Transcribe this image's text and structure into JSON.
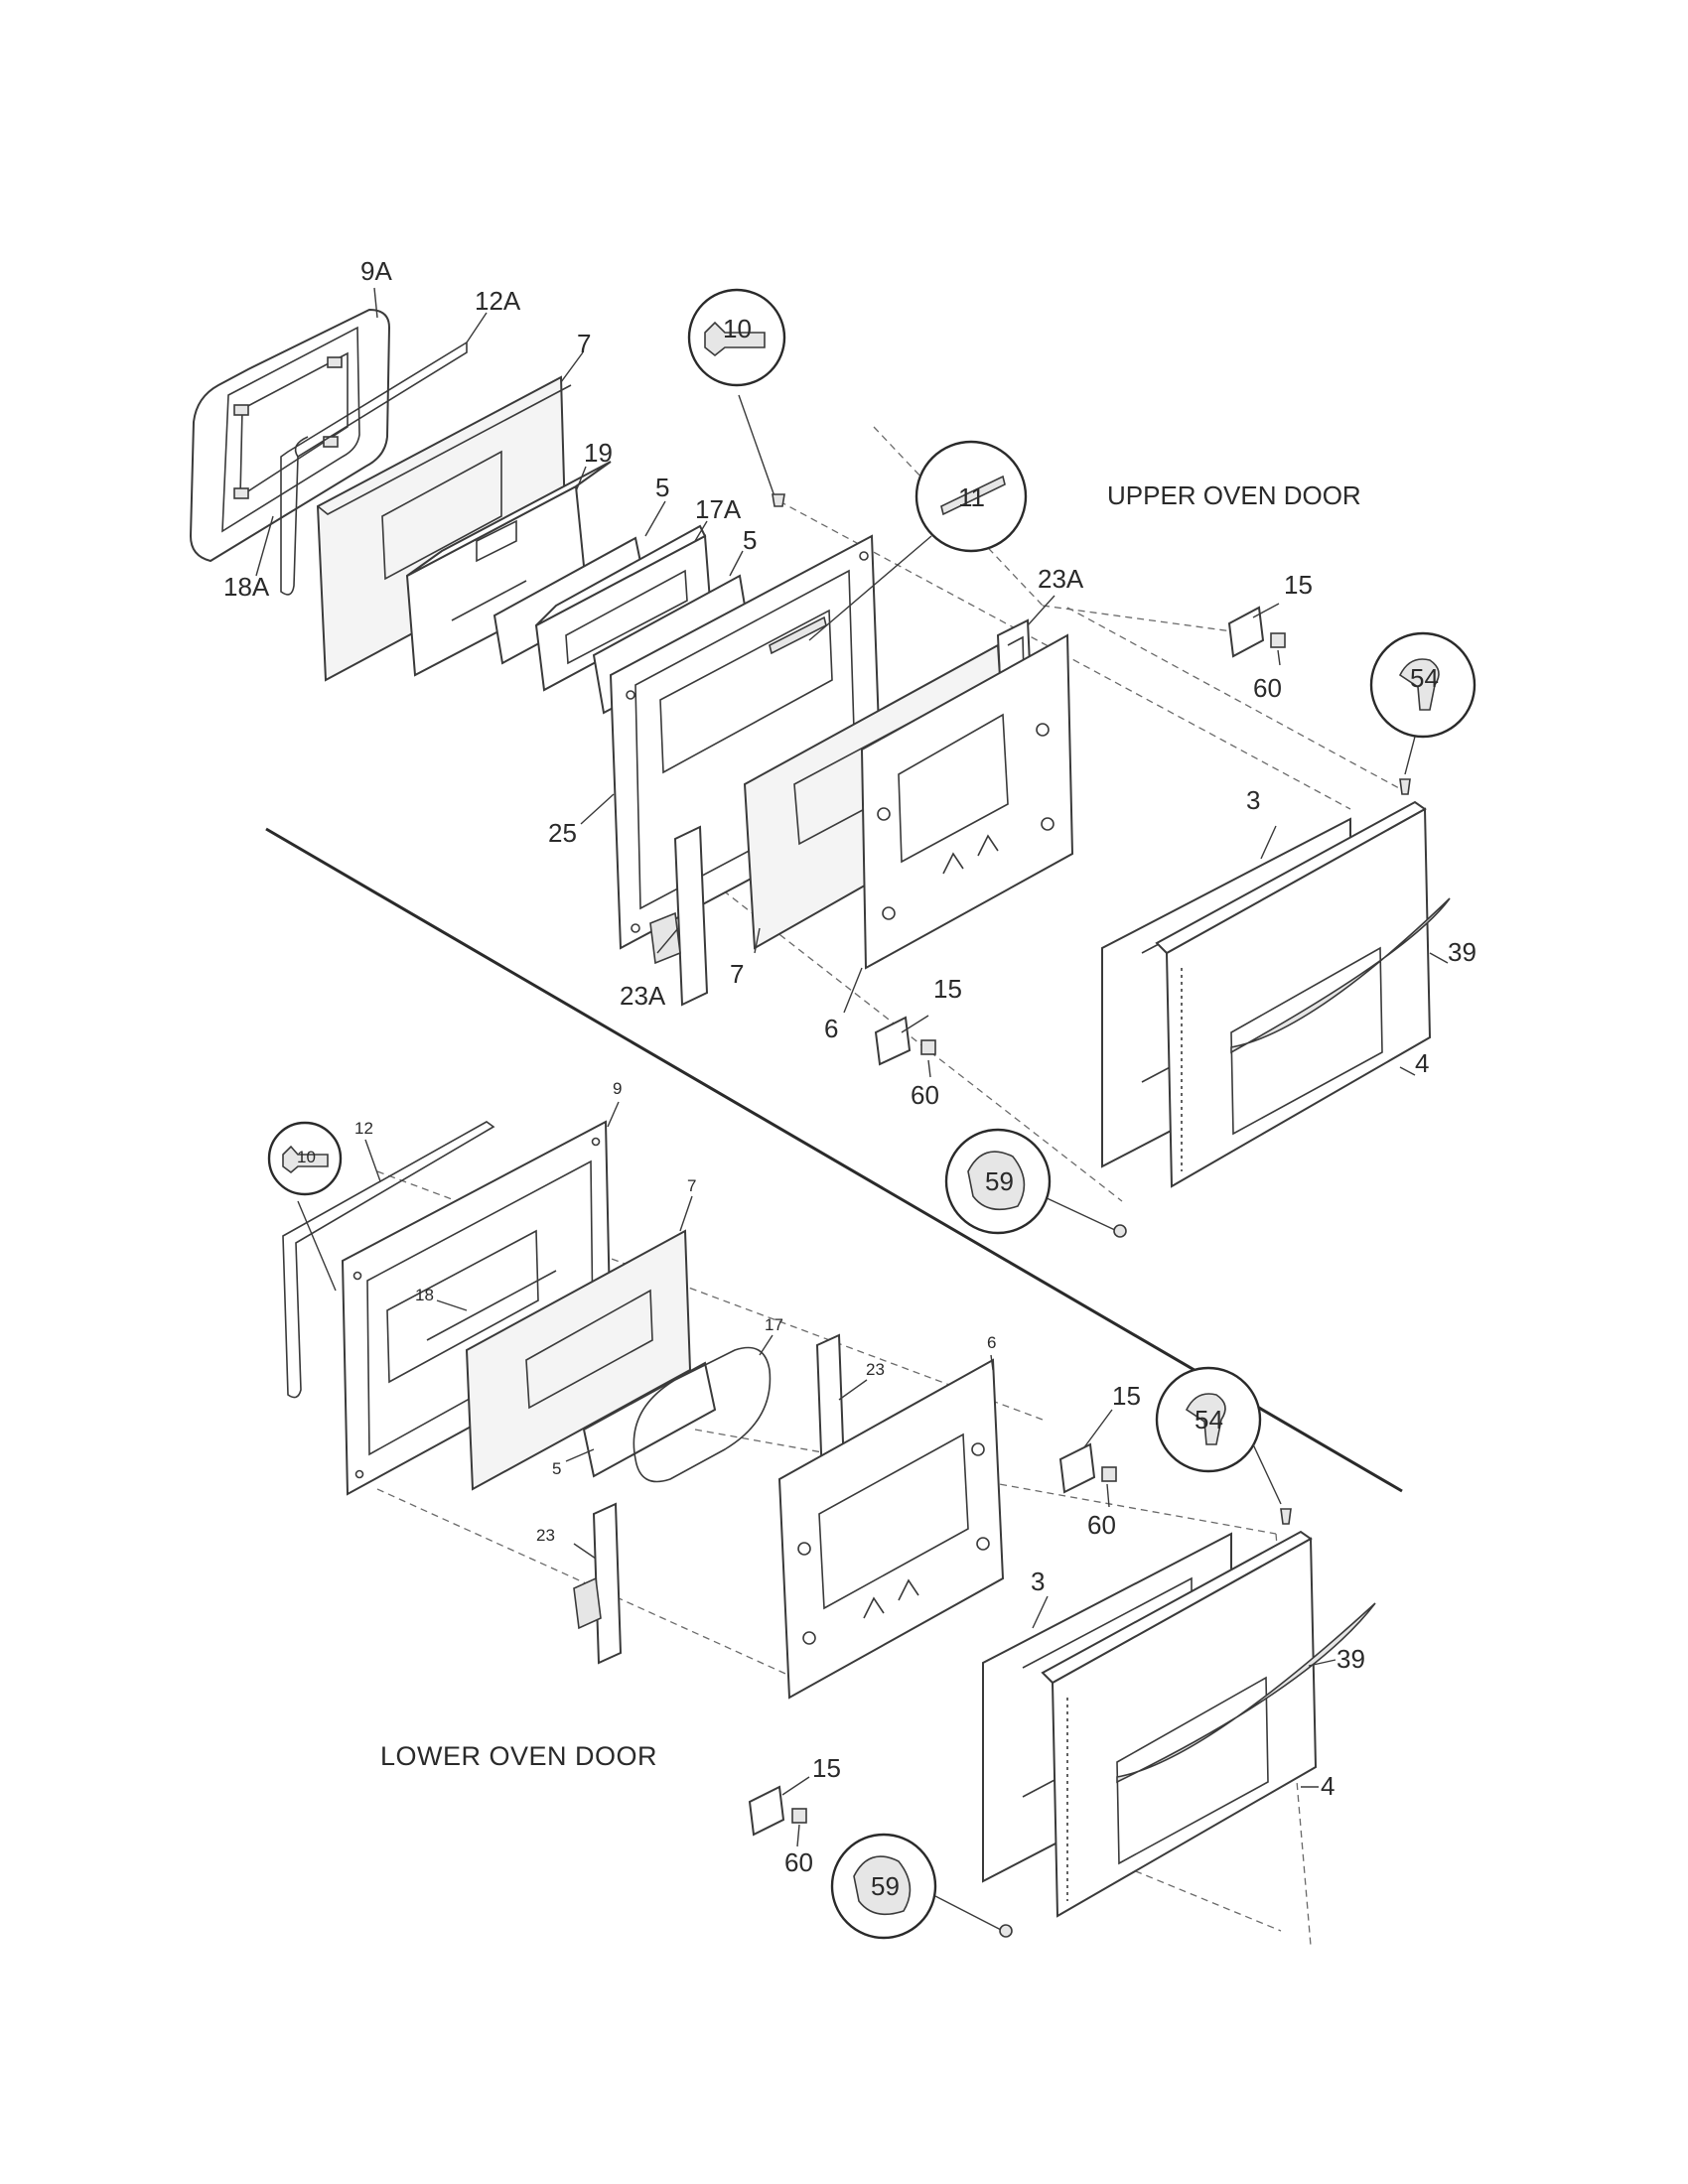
{
  "section_titles": {
    "upper": "UPPER OVEN DOOR",
    "lower": "LOWER OVEN DOOR"
  },
  "upper_labels": {
    "p9a": "9A",
    "p12a": "12A",
    "p7_top": "7",
    "p10": "10",
    "p19": "19",
    "p5_a": "5",
    "p17a": "17A",
    "p5_b": "5",
    "p11": "11",
    "p18a": "18A",
    "p23a_top": "23A",
    "p15": "15",
    "p60": "60",
    "p54": "54",
    "p25": "25",
    "p3": "3",
    "p39": "39",
    "p23a_bottom": "23A",
    "p7_bottom": "7",
    "p6": "6",
    "p15_b": "15",
    "p60_b": "60",
    "p4": "4",
    "p59": "59"
  },
  "lower_labels": {
    "p9": "9",
    "p12": "12",
    "p10": "10",
    "p7": "7",
    "p18": "18",
    "p17": "17",
    "p23_top": "23",
    "p6": "6",
    "p5": "5",
    "p15": "15",
    "p60": "60",
    "p54": "54",
    "p23_bottom": "23",
    "p3": "3",
    "p39": "39",
    "p15_b": "15",
    "p60_b": "60",
    "p4": "4",
    "p59": "59"
  }
}
